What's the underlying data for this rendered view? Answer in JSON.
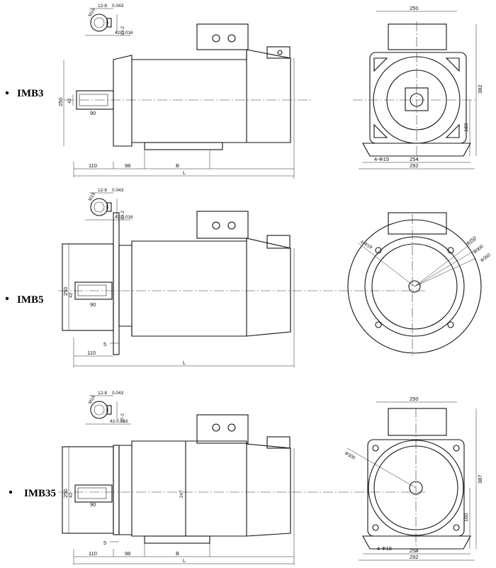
{
  "views": [
    {
      "id": "imb3",
      "title": "IMB3",
      "key_detail": {
        "key_width": "12-8",
        "tol": "0.043",
        "key_depth": "37-2",
        "shaft_dia": "42-0.016",
        "chamfer": "M16"
      },
      "dims": {
        "flange_height": "250",
        "shaft_dia": "42",
        "shaft_len": "90",
        "shaft_ext": "110",
        "foot_offset": "98",
        "foot_span": "B",
        "length": "L"
      },
      "end": {
        "width": "250",
        "height": "382",
        "shaft_height": "160",
        "base_width": "254",
        "total_width": "292",
        "holes": "4-Φ15"
      }
    },
    {
      "id": "imb5",
      "title": "IMB5",
      "key_detail": {
        "key_width": "12-8",
        "tol": "0.043",
        "key_depth": "37-2",
        "shaft_dia": "42-0.016",
        "chamfer": "M16"
      },
      "dims": {
        "flange_height": "250",
        "shaft_dia": "42",
        "shaft_len": "90",
        "flange_thk": "5",
        "shaft_ext": "110",
        "length": "L"
      },
      "end": {
        "holes": "4-Φ19",
        "pcd1": "Φ250",
        "pcd2": "Φ300",
        "pcd3": "Φ350"
      }
    },
    {
      "id": "imb35",
      "title": "IMB35",
      "key_detail": {
        "key_width": "12-8",
        "tol": "0.043",
        "key_depth": "37-2",
        "shaft_dia": "42-0.016",
        "chamfer": "M16"
      },
      "dims": {
        "flange_height": "250",
        "shaft_dia": "42",
        "shaft_len": "90",
        "flange_thk": "5",
        "shaft_ext": "110",
        "foot_offset": "98",
        "foot_span": "B",
        "length": "L",
        "body_mark": "247"
      },
      "end": {
        "width": "250",
        "height": "387",
        "shaft_height": "160",
        "base_width": "254",
        "total_width": "292",
        "holes": "4-Φ15",
        "pcd": "Φ300"
      }
    }
  ]
}
